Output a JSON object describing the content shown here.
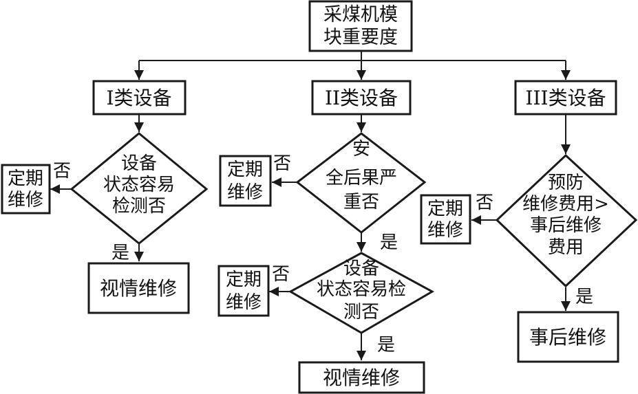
{
  "root": {
    "line1": "采煤机模",
    "line2": "块重要度"
  },
  "categories": {
    "class1": "I类设备",
    "class2": "II类设备",
    "class3": "III类设备"
  },
  "decisions": {
    "class1_state": {
      "line1": "设备",
      "line2": "状态容易",
      "line3": "检测否"
    },
    "class2_severe": {
      "line1": "安",
      "line2": "全后果严",
      "line3": "重否"
    },
    "class2_state": {
      "line1": "设备",
      "line2": "状态容易检",
      "line3": "测否"
    },
    "class3_cost": {
      "line1": "预防",
      "line2": "维修费用>",
      "line3": "事后维修",
      "line4": "费用"
    }
  },
  "outcomes": {
    "periodic": {
      "line1": "定期",
      "line2": "维修"
    },
    "condition": "视情维修",
    "corrective": "事后维修"
  },
  "edge_labels": {
    "no": "否",
    "yes": "是"
  }
}
